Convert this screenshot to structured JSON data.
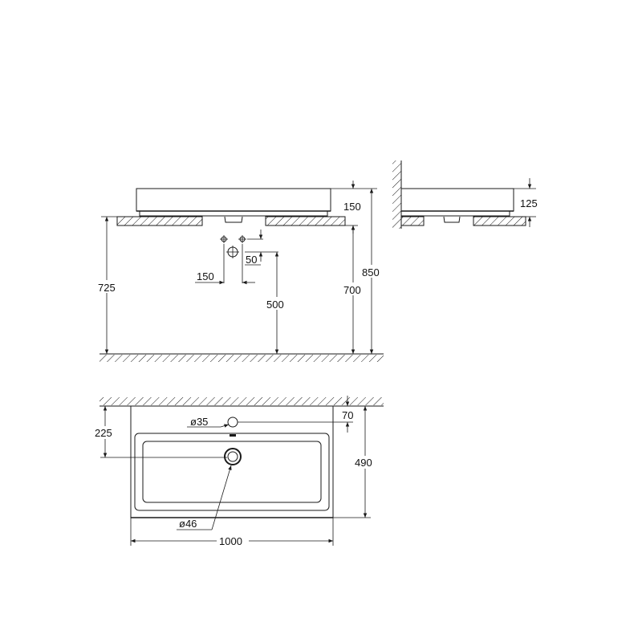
{
  "front_view": {
    "basin_height": "150",
    "overall_height": "850",
    "counter_height": "700",
    "counter_top_height": "725",
    "supply_spacing": "150",
    "supply_offset": "50",
    "drain_height": "500"
  },
  "side_view": {
    "basin_height": "125"
  },
  "top_view": {
    "tap_hole_diameter": "ø35",
    "drain_diameter": "ø46",
    "tap_hole_distance": "70",
    "drain_distance": "225",
    "depth": "490",
    "width": "1000"
  },
  "colors": {
    "line": "#1a1a1a",
    "background": "#ffffff"
  }
}
